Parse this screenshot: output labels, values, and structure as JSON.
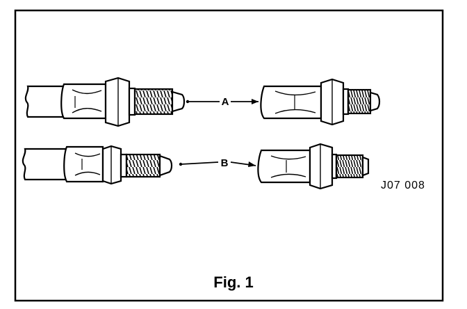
{
  "figure": {
    "caption": "Fig. 1",
    "reference_code": "J07  008"
  },
  "callouts": {
    "a": "A",
    "b": "B"
  },
  "colors": {
    "line": "#000000",
    "background": "#ffffff",
    "shade": "#b9b9b9"
  }
}
